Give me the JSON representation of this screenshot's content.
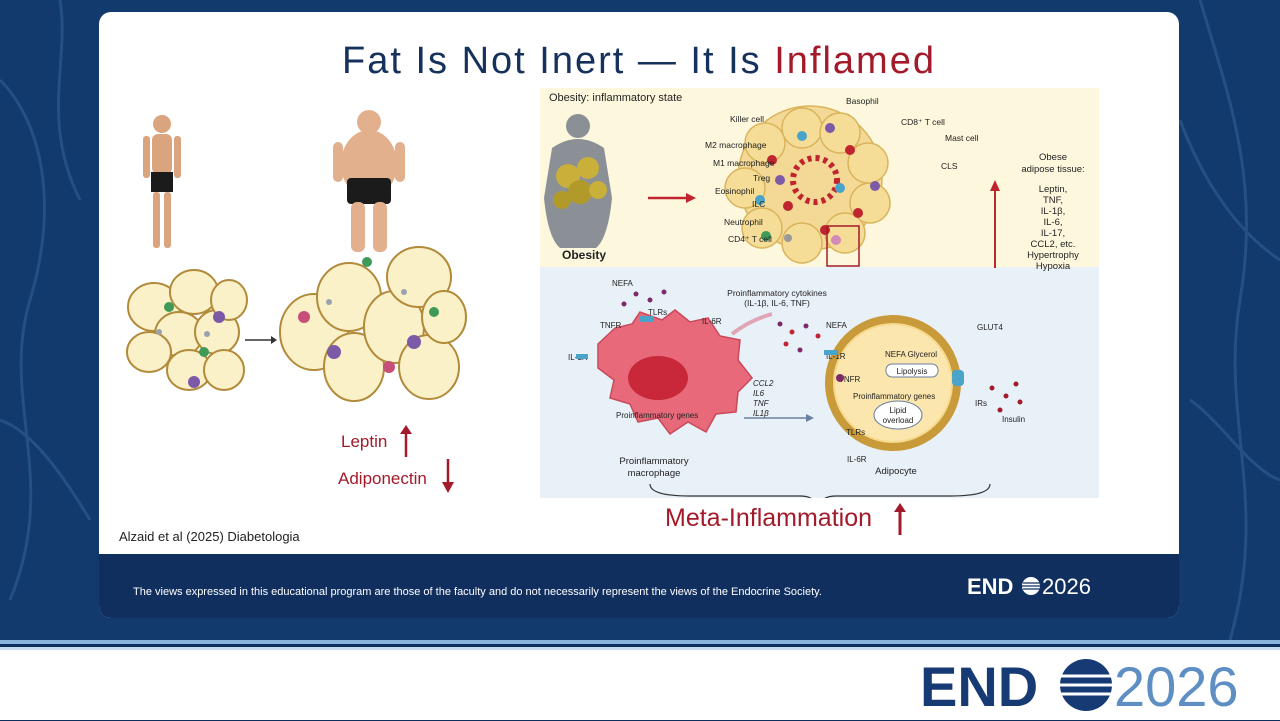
{
  "slide": {
    "title_prefix": "Fat Is Not Inert — It Is ",
    "title_highlight": "Inflamed",
    "citation": "Alzaid et al (2025) Diabetologia",
    "disclaimer": "The views expressed in this educational program are those of the faculty and do not necessarily represent the views of the Endocrine Society."
  },
  "brand": {
    "prefix": "END",
    "year": "2026"
  },
  "left_panel": {
    "leptin_label": "Leptin",
    "adiponectin_label": "Adiponectin"
  },
  "figure": {
    "top_title": "Obesity: inflammatory state",
    "obesity_label": "Obesity",
    "cell_labels": [
      "Killer cell",
      "Basophil",
      "CD8⁺ T cell",
      "Mast cell",
      "M2 macrophage",
      "M1 macrophage",
      "CLS",
      "Treg",
      "Eosinophil",
      "ILC",
      "Neutrophil",
      "CD4⁺ T cell"
    ],
    "obese_tissue_title_1": "Obese",
    "obese_tissue_title_2": "adipose tissue:",
    "obese_tissue_items": [
      "Leptin,",
      "TNF,",
      "IL-1β,",
      "IL-6,",
      "IL-17,",
      "CCL2, etc.",
      "Hypertrophy",
      "Hypoxia"
    ],
    "nefa": "NEFA",
    "tlrs": "TLRs",
    "il6r": "IL-6R",
    "tnfr": "TNFR",
    "il1r": "IL-1R",
    "cytokines_line1": "Proinflammatory cytokines",
    "cytokines_line2": "(IL-1β, IL-6, TNF)",
    "genes_list": [
      "CCL2",
      "IL6",
      "TNF",
      "IL1β"
    ],
    "proinflammatory_genes": "Proinflammatory genes",
    "macrophage_line1": "Proinflammatory",
    "macrophage_line2": "macrophage",
    "nefa_glycerol": "NEFA  Glycerol",
    "lipolysis": "Lipolysis",
    "lipid_line1": "Lipid",
    "lipid_line2": "overload",
    "glut4": "GLUT4",
    "irs": "IRs",
    "insulin": "Insulin",
    "adipocyte": "Adipocyte"
  },
  "meta_inflammation": "Meta-Inflammation"
}
